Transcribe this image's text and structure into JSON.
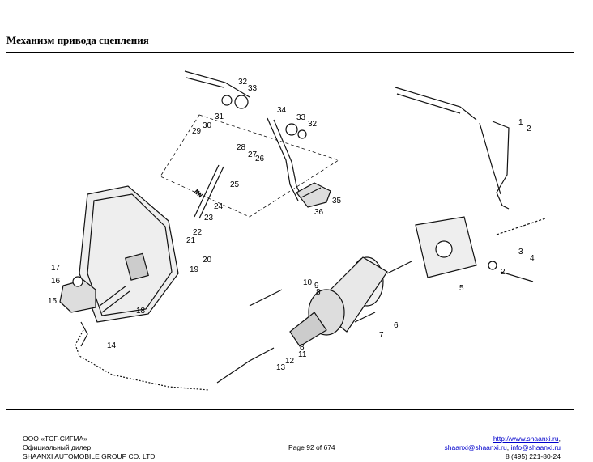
{
  "header": {
    "title": "Механизм привода сцепления"
  },
  "figure": {
    "callouts": [
      "1",
      "2",
      "3",
      "4",
      "5",
      "6",
      "7",
      "8",
      "9",
      "10",
      "11",
      "12",
      "13",
      "14",
      "15",
      "16",
      "17",
      "18",
      "19",
      "20",
      "21",
      "22",
      "23",
      "24",
      "25",
      "26",
      "27",
      "28",
      "29",
      "30",
      "31",
      "32",
      "33",
      "34",
      "33",
      "32",
      "35",
      "36",
      "2",
      "8"
    ]
  },
  "footer": {
    "company": "ООО «ТСГ-СИГМА»",
    "role": "Официальный дилер",
    "group": "SHAANXI AUTOMOBILE GROUP CO. LTD",
    "page": "Page 92 of 674",
    "website": "http://www.shaanxi.ru",
    "email1": "shaanxi@shaanxi.ru",
    "email2": "info@shaanxi.ru",
    "phone": "8 (495) 221-80-24"
  }
}
